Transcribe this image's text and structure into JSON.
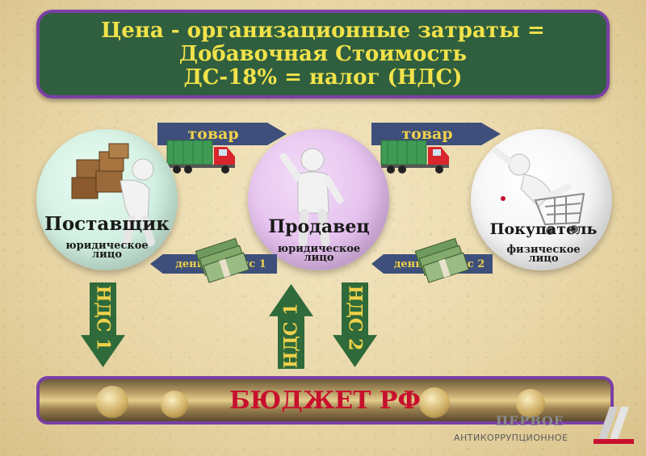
{
  "title": {
    "line1": "Цена - организационные затраты =",
    "line2": "Добавочная Стоимость",
    "line3": "ДС-18% = налог (НДС)"
  },
  "flows": {
    "goods1": "товар",
    "goods2": "товар",
    "money1": "деньги + ндс 1",
    "money2": "деньги + ндс 2"
  },
  "supplier": {
    "name": "Поставщик",
    "type_line1": "юридическое",
    "type_line2": "лицо"
  },
  "seller": {
    "name": "Продавец",
    "type_line1": "юридическое",
    "type_line2": "лицо"
  },
  "buyer": {
    "name": "Покупатель",
    "type_line1": "физическое",
    "type_line2": "лицо"
  },
  "tax_arrows": {
    "supplier_down": "НДС 1",
    "seller_up": "НДС 1",
    "seller_down": "НДС 2"
  },
  "budget": {
    "label": "БЮДЖЕТ РФ"
  },
  "logo": {
    "line1": "ПЕРВОЕ",
    "line2": "АНТИКОРРУПЦИОННОЕ"
  },
  "colors": {
    "title_bg": "#2f5f3e",
    "frame": "#7a3fa6",
    "title_text": "#f2e24a",
    "flow_arrow": "#3d4f7a",
    "tax_arrow": "#2f6a3a",
    "budget_text": "#c8102e",
    "supplier_circle": "#cfeee0",
    "seller_circle": "#e6c6ef",
    "buyer_circle": "#ffffff"
  }
}
